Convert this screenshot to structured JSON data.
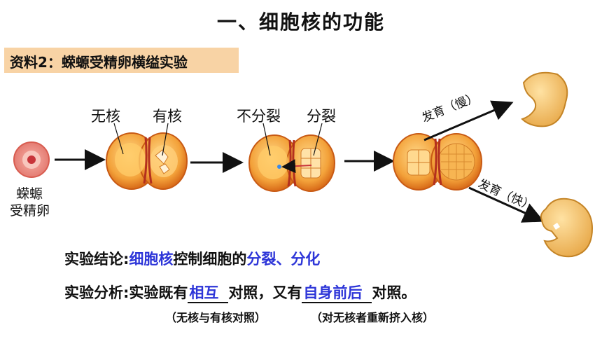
{
  "title": "一、细胞核的功能",
  "banner": "资料2：蝾螈受精卵横缢实验",
  "diagram": {
    "egg_label_line1": "蝾螈",
    "egg_label_line2": "受精卵",
    "label_no_nucleus": "无核",
    "label_with_nucleus": "有核",
    "label_no_division": "不分裂",
    "label_division": "分裂",
    "label_develop_slow": "发育（慢）",
    "label_develop_fast": "发育（快）"
  },
  "conclusion": {
    "label": "实验结论:",
    "term": "细胞核",
    "middle": "控制细胞的",
    "result": "分裂、分化"
  },
  "analysis": {
    "label": "实验分析:",
    "prefix": "实验既有",
    "blank1": "相互",
    "mid": "对照，又有",
    "blank2": "自身前后",
    "suffix": "对照。",
    "note1": "（无核与有核对照）",
    "note2": "（对无核者重新挤入核）"
  }
}
